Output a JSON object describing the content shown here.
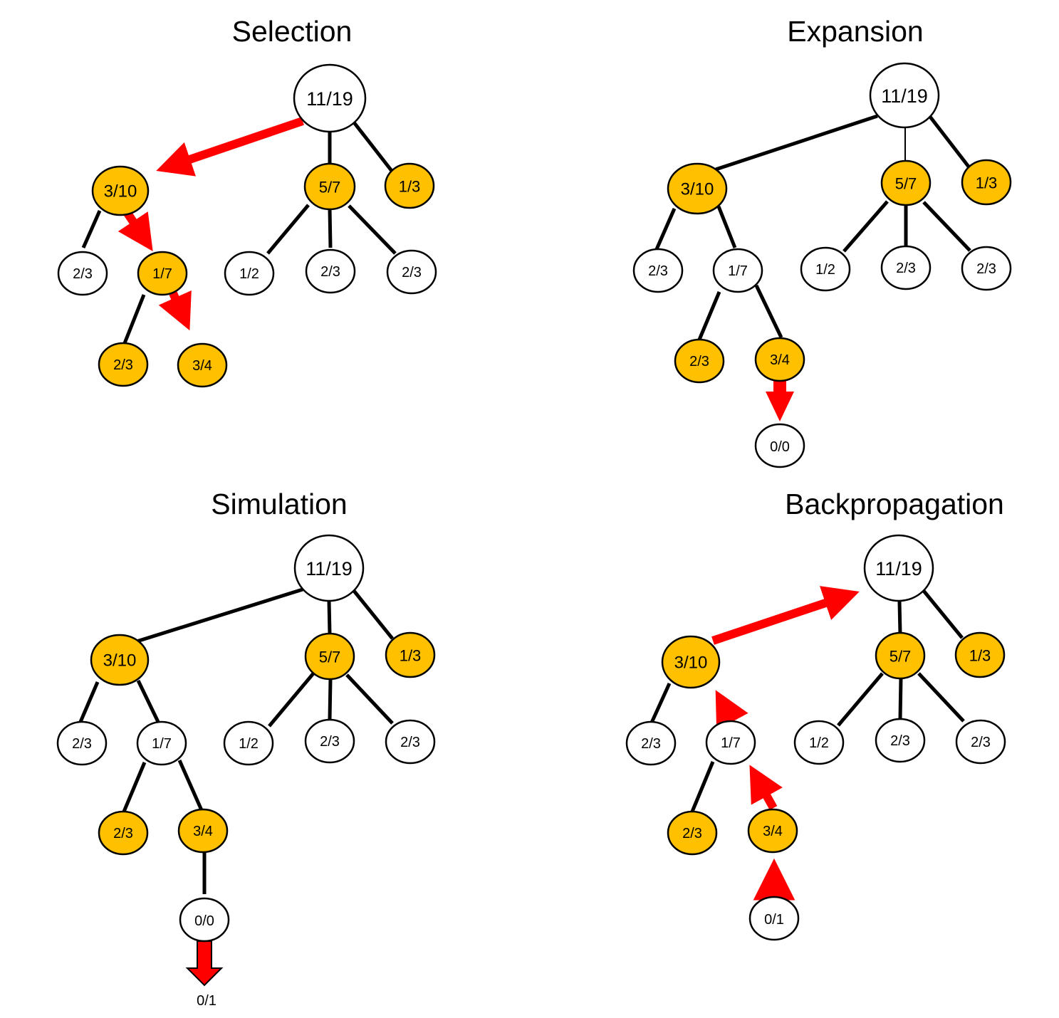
{
  "colors": {
    "highlight_node": "#ffc000",
    "plain_node": "#ffffff",
    "arrow": "#ff0000",
    "line": "#000000"
  },
  "panels": [
    {
      "title": "Selection",
      "nodes": [
        {
          "id": "root",
          "label": "11/19",
          "fill": "plain"
        },
        {
          "id": "a",
          "label": "3/10",
          "fill": "highlight"
        },
        {
          "id": "b",
          "label": "5/7",
          "fill": "highlight"
        },
        {
          "id": "c",
          "label": "1/3",
          "fill": "highlight"
        },
        {
          "id": "a1",
          "label": "2/3",
          "fill": "plain"
        },
        {
          "id": "a2",
          "label": "1/7",
          "fill": "highlight"
        },
        {
          "id": "b1",
          "label": "1/2",
          "fill": "plain"
        },
        {
          "id": "b2",
          "label": "2/3",
          "fill": "plain"
        },
        {
          "id": "b3",
          "label": "2/3",
          "fill": "plain"
        },
        {
          "id": "a2a",
          "label": "2/3",
          "fill": "highlight"
        },
        {
          "id": "a2b",
          "label": "3/4",
          "fill": "highlight"
        }
      ]
    },
    {
      "title": "Expansion",
      "nodes": [
        {
          "id": "root",
          "label": "11/19",
          "fill": "plain"
        },
        {
          "id": "a",
          "label": "3/10",
          "fill": "highlight"
        },
        {
          "id": "b",
          "label": "5/7",
          "fill": "highlight"
        },
        {
          "id": "c",
          "label": "1/3",
          "fill": "highlight"
        },
        {
          "id": "a1",
          "label": "2/3",
          "fill": "plain"
        },
        {
          "id": "a2",
          "label": "1/7",
          "fill": "plain"
        },
        {
          "id": "b1",
          "label": "1/2",
          "fill": "plain"
        },
        {
          "id": "b2",
          "label": "2/3",
          "fill": "plain"
        },
        {
          "id": "b3",
          "label": "2/3",
          "fill": "plain"
        },
        {
          "id": "a2a",
          "label": "2/3",
          "fill": "highlight"
        },
        {
          "id": "a2b",
          "label": "3/4",
          "fill": "highlight"
        },
        {
          "id": "new",
          "label": "0/0",
          "fill": "plain"
        }
      ]
    },
    {
      "title": "Simulation",
      "nodes": [
        {
          "id": "root",
          "label": "11/19",
          "fill": "plain"
        },
        {
          "id": "a",
          "label": "3/10",
          "fill": "highlight"
        },
        {
          "id": "b",
          "label": "5/7",
          "fill": "highlight"
        },
        {
          "id": "c",
          "label": "1/3",
          "fill": "highlight"
        },
        {
          "id": "a1",
          "label": "2/3",
          "fill": "plain"
        },
        {
          "id": "a2",
          "label": "1/7",
          "fill": "plain"
        },
        {
          "id": "b1",
          "label": "1/2",
          "fill": "plain"
        },
        {
          "id": "b2",
          "label": "2/3",
          "fill": "plain"
        },
        {
          "id": "b3",
          "label": "2/3",
          "fill": "plain"
        },
        {
          "id": "a2a",
          "label": "2/3",
          "fill": "highlight"
        },
        {
          "id": "a2b",
          "label": "3/4",
          "fill": "highlight"
        },
        {
          "id": "new",
          "label": "0/0",
          "fill": "plain"
        }
      ],
      "result_label": "0/1"
    },
    {
      "title": "Backpropagation",
      "nodes": [
        {
          "id": "root",
          "label": "11/19",
          "fill": "plain"
        },
        {
          "id": "a",
          "label": "3/10",
          "fill": "highlight"
        },
        {
          "id": "b",
          "label": "5/7",
          "fill": "highlight"
        },
        {
          "id": "c",
          "label": "1/3",
          "fill": "highlight"
        },
        {
          "id": "a1",
          "label": "2/3",
          "fill": "plain"
        },
        {
          "id": "a2",
          "label": "1/7",
          "fill": "plain"
        },
        {
          "id": "b1",
          "label": "1/2",
          "fill": "plain"
        },
        {
          "id": "b2",
          "label": "2/3",
          "fill": "plain"
        },
        {
          "id": "b3",
          "label": "2/3",
          "fill": "plain"
        },
        {
          "id": "a2a",
          "label": "2/3",
          "fill": "highlight"
        },
        {
          "id": "a2b",
          "label": "3/4",
          "fill": "highlight"
        },
        {
          "id": "new",
          "label": "0/1",
          "fill": "plain"
        }
      ]
    }
  ]
}
